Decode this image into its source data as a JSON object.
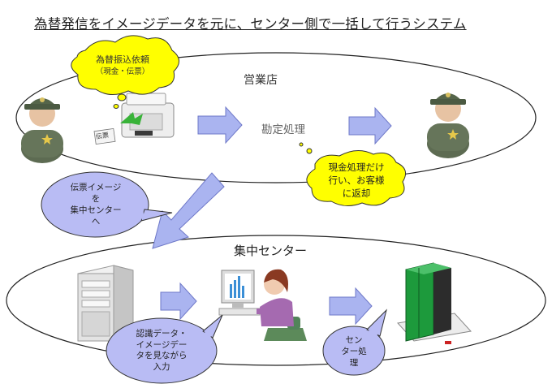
{
  "title": "為替発信をイメージデータを元に、センター側で一括して行うシステム",
  "branch": {
    "label": "営業店",
    "process_label": "勘定処理",
    "bubble_request_line1": "為替振込依頼",
    "bubble_request_line2": "（現金・伝票）",
    "bubble_cash_line1": "現金処理だけ",
    "bubble_cash_line2": "行い、お客様",
    "bubble_cash_line3": "に返却",
    "slip_label": "伝票"
  },
  "transfer_bubble": {
    "line1": "伝票イメージ",
    "line2": "を",
    "line3": "集中センター",
    "line4": "へ"
  },
  "center": {
    "label": "集中センター",
    "bubble_input_line1": "認識データ・",
    "bubble_input_line2": "イメージデー",
    "bubble_input_line3": "タを見ながら",
    "bubble_input_line4": "入力",
    "bubble_process_line1": "セン",
    "bubble_process_line2": "ター処",
    "bubble_process_line3": "理"
  },
  "colors": {
    "yellow_bubble": "#ffff00",
    "blue_bubble": "#b9bcf4",
    "arrow_fill": "#aab4f0",
    "arrow_stroke": "#6e78c8",
    "ellipse_stroke": "#222222"
  }
}
